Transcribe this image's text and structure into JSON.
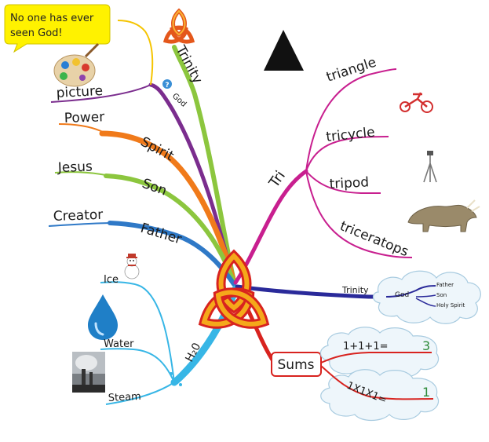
{
  "callout": {
    "line1": "No one has ever",
    "line2": "seen God!"
  },
  "center": {
    "symbol": "triquetra-icon"
  },
  "left_branches": {
    "trinity": "Trinity",
    "god": "God",
    "picture": "picture",
    "spirit": "Spirit",
    "power": "Power",
    "son": "Son",
    "jesus": "Jesus",
    "father": "Father",
    "creator": "Creator"
  },
  "water_branch": {
    "h2o": "H₂0",
    "ice": "Ice",
    "water": "Water",
    "steam": "Steam"
  },
  "tri_branch": {
    "tri": "Tri",
    "triangle": "triangle",
    "tricycle": "tricycle",
    "tripod": "tripod",
    "triceratops": "triceratops"
  },
  "trinity_cloud": {
    "trinity": "Trinity",
    "god": "God",
    "father": "Father",
    "son": "Son",
    "holy_spirit": "Holy Spirit"
  },
  "sums": {
    "label": "Sums",
    "add": "1+1+1=",
    "add_result": "3",
    "mult": "1X1X1=",
    "mult_result": "1"
  },
  "icons": {
    "info": "?",
    "question_badge_color": "#3a8fd6"
  },
  "colors": {
    "trinity": "#8cc63e",
    "god": "#7b2d8e",
    "spirit": "#f07a1a",
    "son": "#8cc63e",
    "father": "#2f79c7",
    "water": "#37b6e6",
    "tri": "#c81f8f",
    "trinity_right": "#2a2a9a",
    "sums": "#d8231f",
    "callout_fill": "#fff200"
  }
}
